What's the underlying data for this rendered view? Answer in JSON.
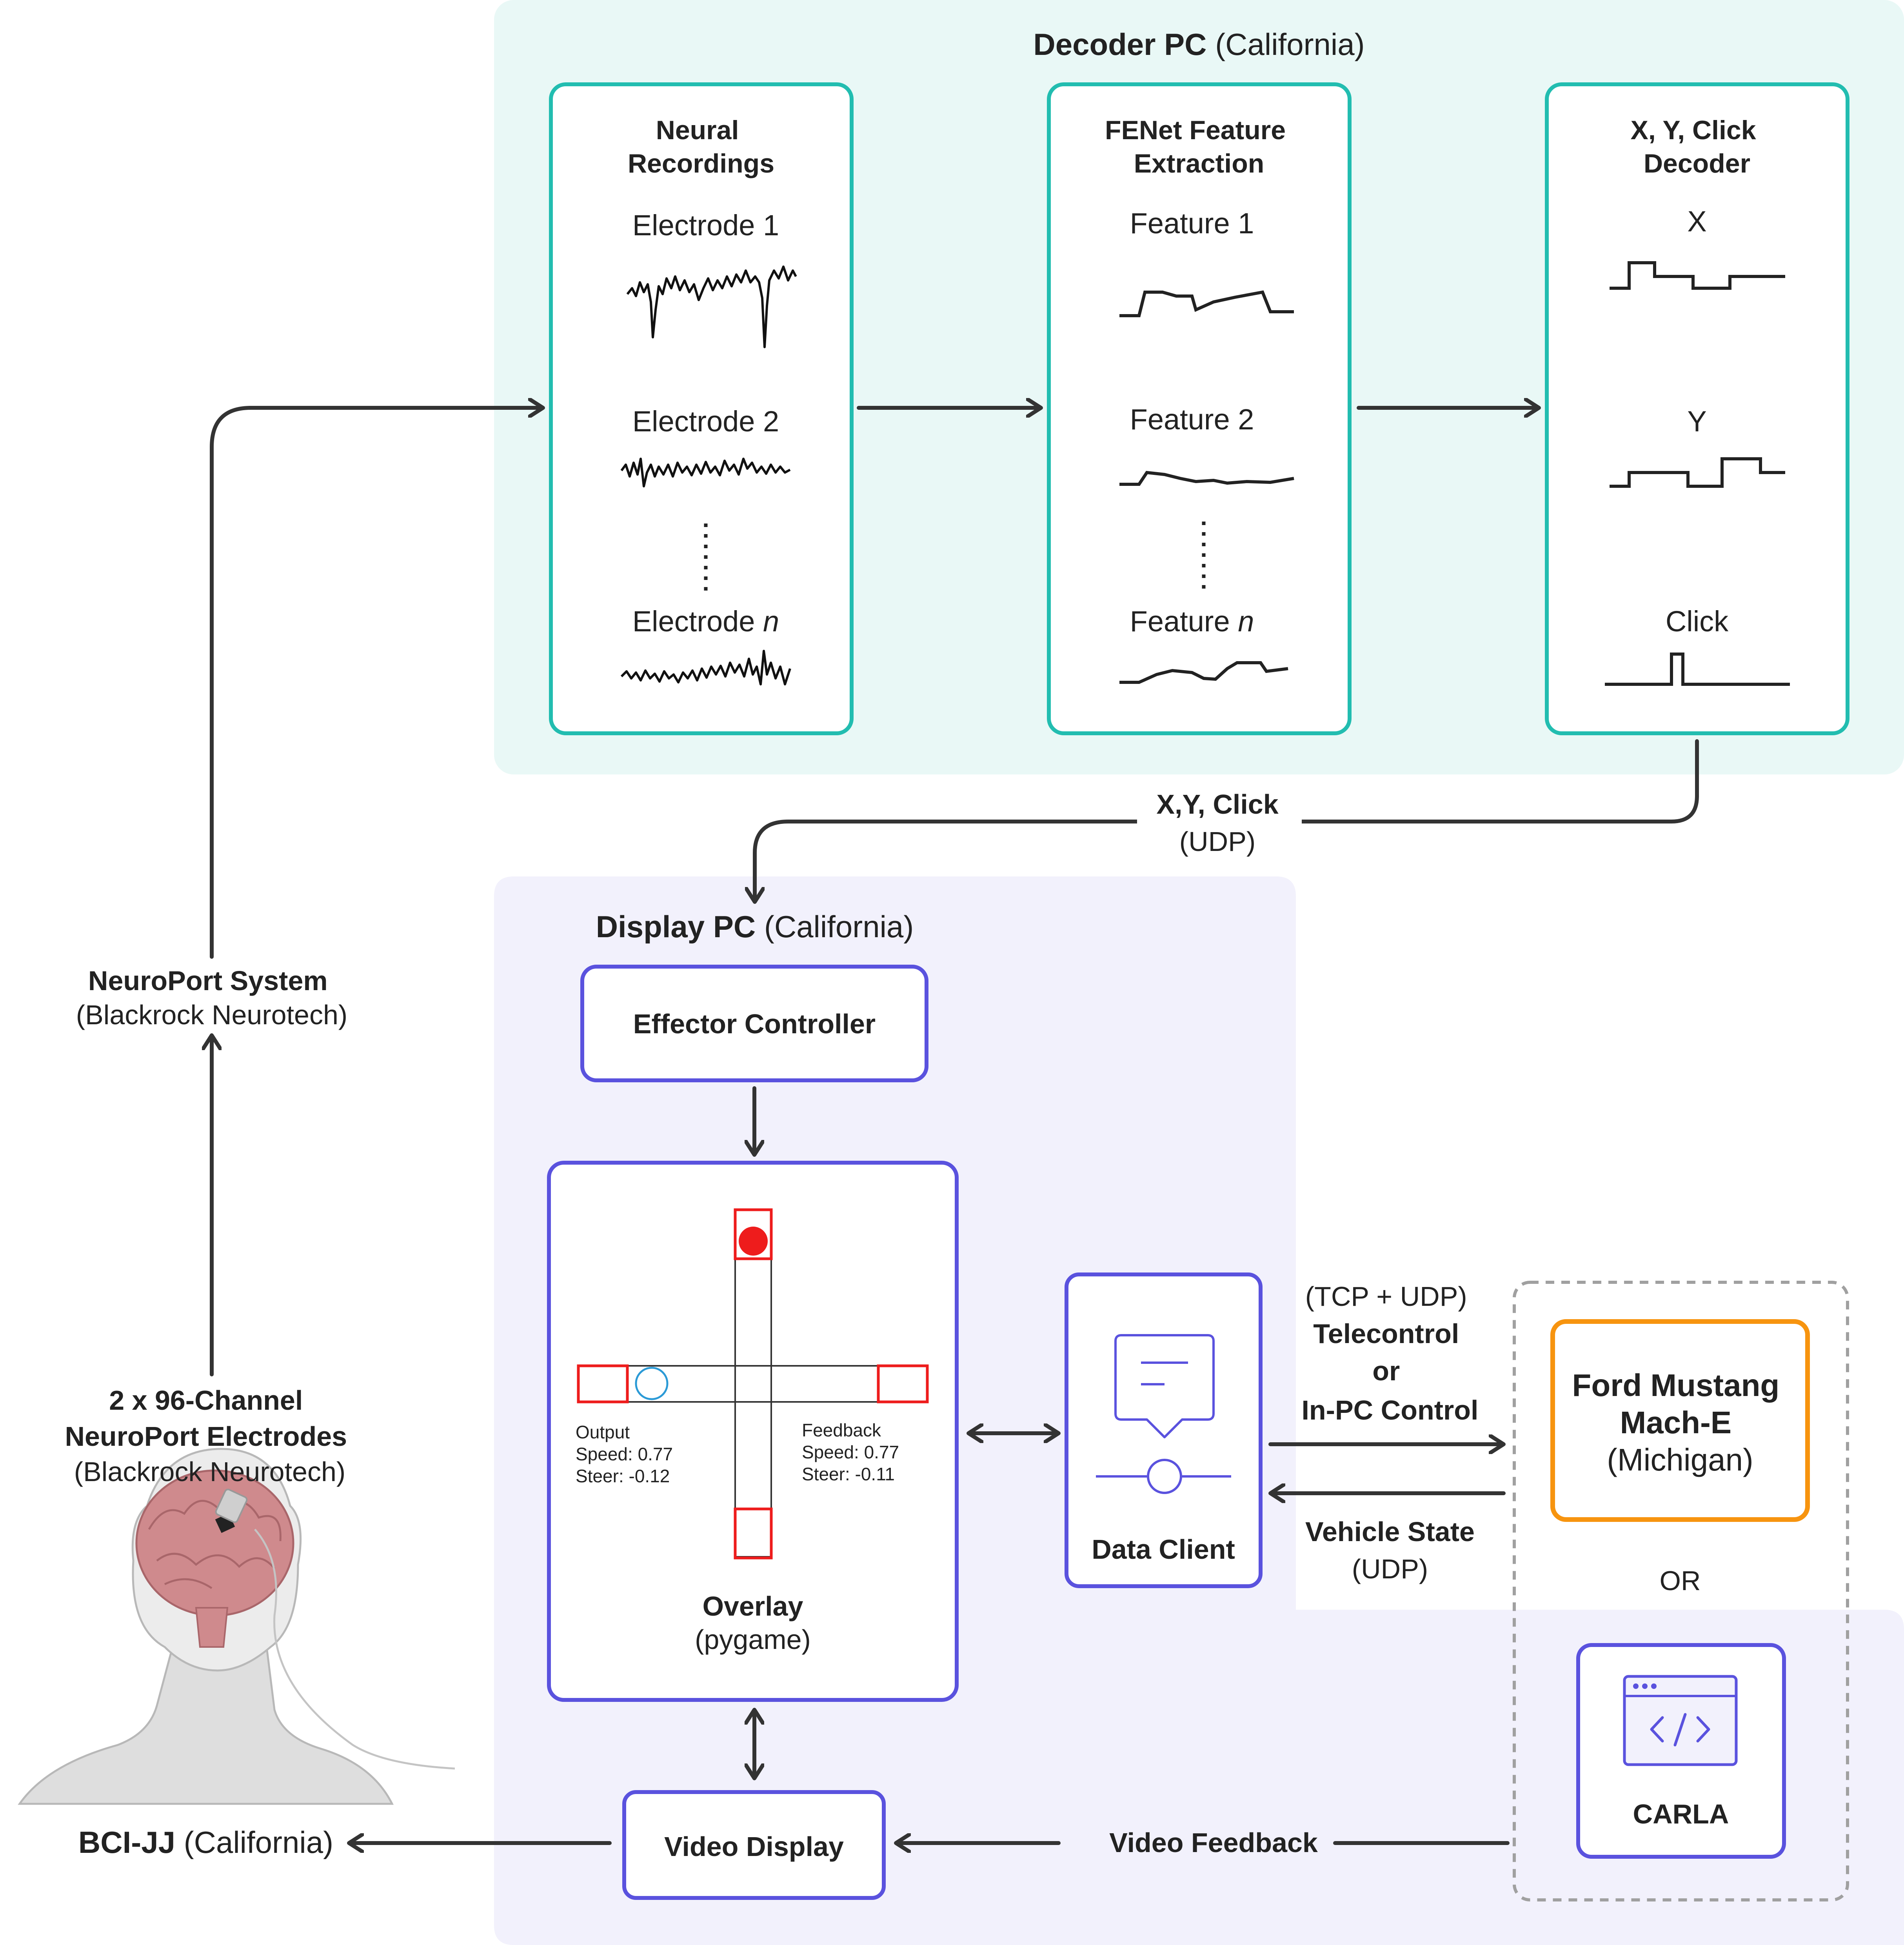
{
  "decoder_pc": {
    "title_bold": "Decoder PC",
    "title_rest": "(California)",
    "neural": {
      "title_line1": "Neural",
      "title_line2": "Recordings",
      "electrode1": "Electrode 1",
      "electrode2": "Electrode 2",
      "electrode_n_prefix": "Electrode",
      "electrode_n_var": "n"
    },
    "fenet": {
      "title_line1": "FENet Feature",
      "title_line2": "Extraction",
      "feature1": "Feature 1",
      "feature2": "Feature 2",
      "feature_n_prefix": "Feature",
      "feature_n_var": "n"
    },
    "decoder": {
      "title_line1": "X, Y, Click",
      "title_line2": "Decoder",
      "x_label": "X",
      "y_label": "Y",
      "click_label": "Click"
    }
  },
  "link_xy": {
    "label_bold": "X,Y, Click",
    "label_sub": "(UDP)"
  },
  "display_pc": {
    "title_bold": "Display PC",
    "title_rest": "(California)",
    "effector": "Effector Controller",
    "overlay": {
      "title": "Overlay",
      "subtitle": "(pygame)",
      "output_title": "Output",
      "output_speed": "Speed: 0.77",
      "output_steer": "Steer: -0.12",
      "feedback_title": "Feedback",
      "feedback_speed": "Speed: 0.77",
      "feedback_steer": "Steer: -0.11"
    },
    "data_client": "Data Client",
    "video_display": "Video Display"
  },
  "telecontrol": {
    "line1": "(TCP +  UDP)",
    "line2": "Telecontrol",
    "line3": "or",
    "line4": "In-PC Control"
  },
  "vehicle_state": {
    "label_bold": "Vehicle State",
    "label_sub": "(UDP)"
  },
  "vehicles": {
    "ford_line1": "Ford Mustang",
    "ford_line2": "Mach-E",
    "ford_line3": "(Michigan)",
    "or": "OR",
    "carla": "CARLA"
  },
  "video_feedback": "Video Feedback",
  "neuroport": {
    "title": "NeuroPort System",
    "subtitle": "(Blackrock Neurotech)"
  },
  "electrodes": {
    "line1": "2 x 96-Channel",
    "line2": "NeuroPort Electrodes",
    "line3": "(Blackrock Neurotech)"
  },
  "participant": {
    "name_bold": "BCI-JJ",
    "name_rest": "(California)"
  },
  "colors": {
    "decoder_bg": "#e9f8f6",
    "teal": "#22bdb0",
    "display_bg": "#f2f1fc",
    "purple": "#5a52de",
    "orange": "#f7940f",
    "red": "#ee1c1c",
    "blue": "#2b9ad6",
    "dashed_gray": "#a0a0a0"
  }
}
